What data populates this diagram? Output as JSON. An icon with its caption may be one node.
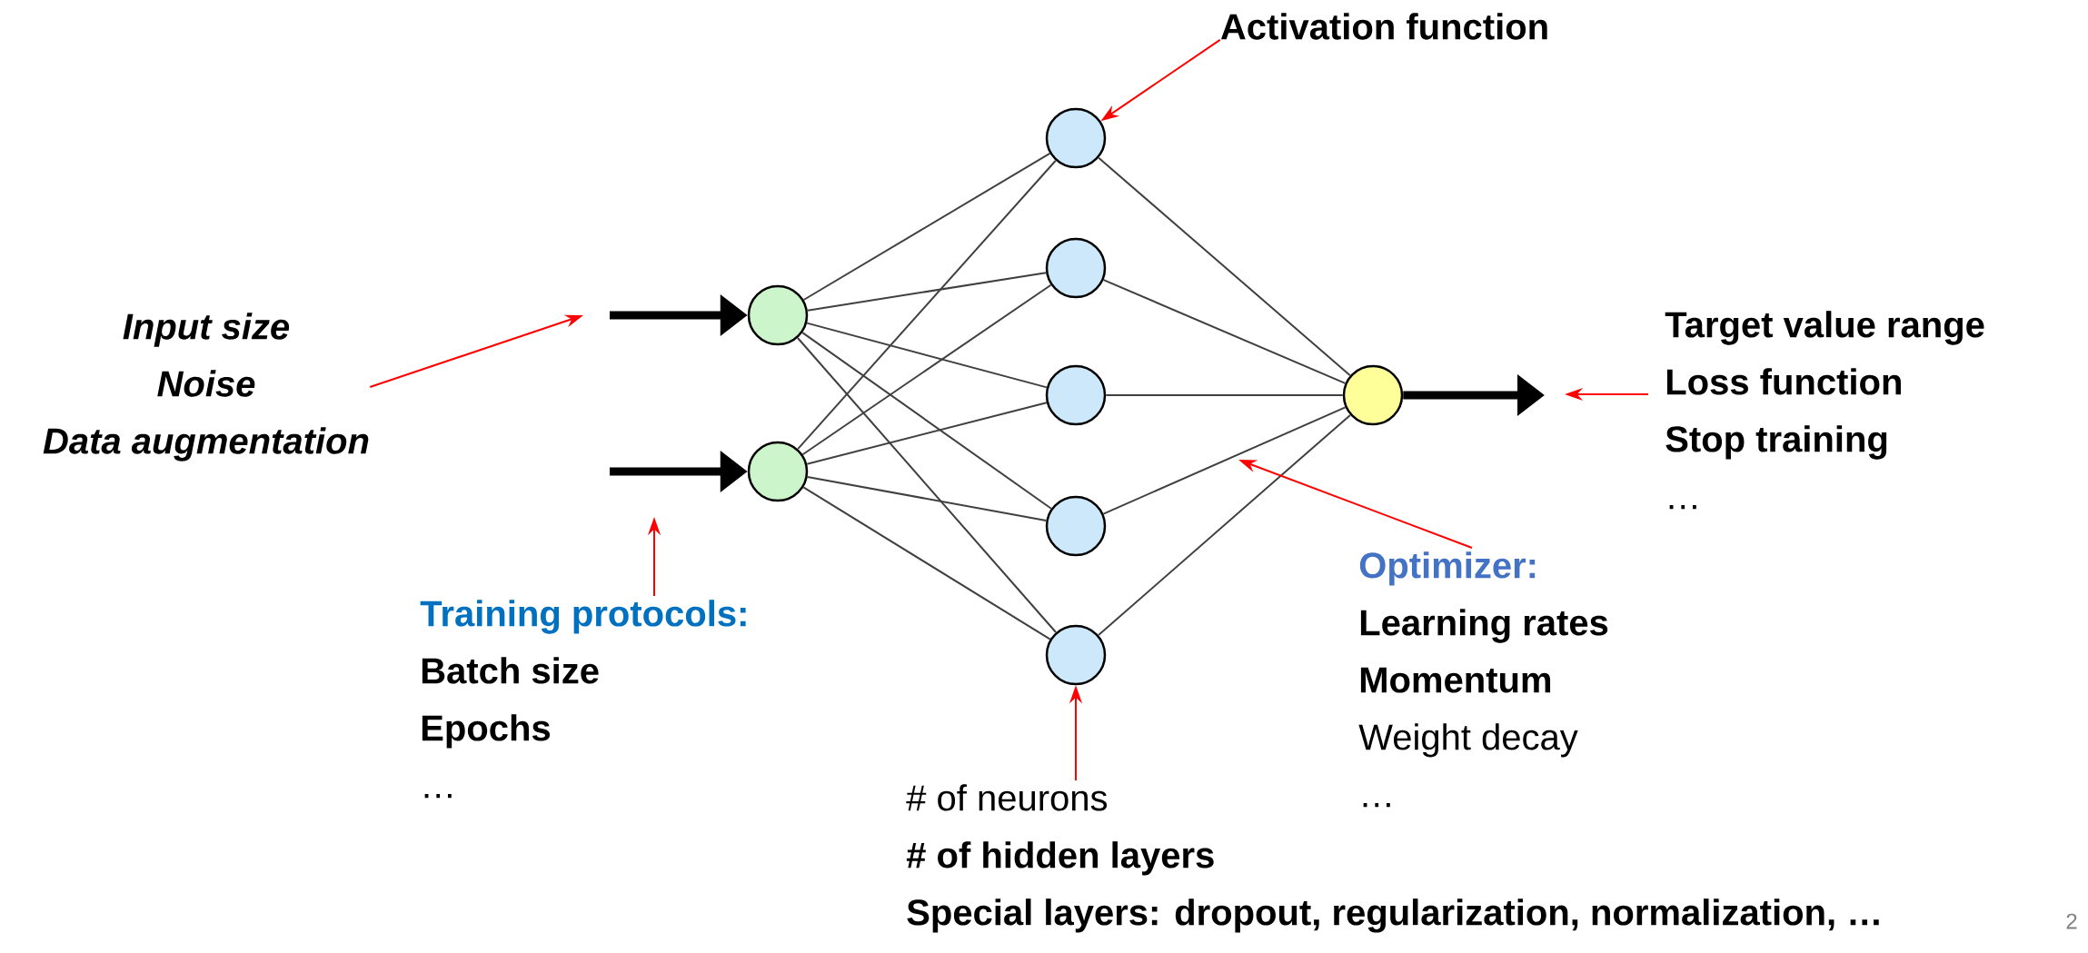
{
  "diagram": {
    "nodes": [
      {
        "text": [],
        "shape": "circle"
      },
      {
        "text": [],
        "shape": "circle"
      },
      {
        "text": [],
        "shape": "circle"
      },
      {
        "text": [],
        "shape": "circle"
      },
      {
        "text": [],
        "shape": "circle"
      },
      {
        "text": [],
        "shape": "circle"
      },
      {
        "text": [],
        "shape": "circle"
      },
      {
        "text": [],
        "shape": "circle"
      },
      {
        "text": [
          "Input size",
          "Noise",
          "Data augmentation"
        ]
      },
      {
        "text": [
          "Activation function"
        ]
      },
      {
        "text": [
          "Training protocols:",
          "Batch size",
          "Epochs",
          "…"
        ]
      },
      {
        "text": [
          "# of neurons",
          "# of hidden layers",
          "Special layers: dropout, regularization, normalization, …"
        ]
      },
      {
        "text": [
          "Optimizer:",
          "Learning rates",
          "Momentum",
          "Weight decay",
          "…"
        ]
      },
      {
        "text": [
          "Target value range",
          "Loss function",
          "Stop training",
          "…"
        ]
      }
    ],
    "edges": [
      {
        "from": 0,
        "to": 2,
        "arrow": "none"
      },
      {
        "from": 0,
        "to": 3,
        "arrow": "none"
      },
      {
        "from": 0,
        "to": 4,
        "arrow": "none"
      },
      {
        "from": 0,
        "to": 5,
        "arrow": "none"
      },
      {
        "from": 0,
        "to": 6,
        "arrow": "none"
      },
      {
        "from": 1,
        "to": 2,
        "arrow": "none"
      },
      {
        "from": 1,
        "to": 3,
        "arrow": "none"
      },
      {
        "from": 1,
        "to": 4,
        "arrow": "none"
      },
      {
        "from": 1,
        "to": 5,
        "arrow": "none"
      },
      {
        "from": 1,
        "to": 6,
        "arrow": "none"
      },
      {
        "from": 2,
        "to": 7,
        "arrow": "none"
      },
      {
        "from": 3,
        "to": 7,
        "arrow": "none"
      },
      {
        "from": 4,
        "to": 7,
        "arrow": "none"
      },
      {
        "from": 5,
        "to": 7,
        "arrow": "none"
      },
      {
        "from": 6,
        "to": 7,
        "arrow": "none"
      },
      {
        "from": null,
        "to": 0,
        "arrow": "to",
        "style": "thick",
        "color": "#000000"
      },
      {
        "from": null,
        "to": 1,
        "arrow": "to",
        "style": "thick",
        "color": "#000000"
      },
      {
        "from": 7,
        "to": null,
        "arrow": "to",
        "style": "thick",
        "color": "#000000"
      },
      {
        "from": 8,
        "to": null,
        "arrow": "to",
        "color": "#ff0000"
      },
      {
        "from": 9,
        "to": 2,
        "arrow": "to",
        "color": "#ff0000"
      },
      {
        "from": 10,
        "to": null,
        "arrow": "to",
        "color": "#ff0000"
      },
      {
        "from": 11,
        "to": 6,
        "arrow": "to",
        "color": "#ff0000"
      },
      {
        "from": 12,
        "to": null,
        "arrow": "to",
        "color": "#ff0000"
      },
      {
        "from": 13,
        "to": null,
        "arrow": "to",
        "color": "#ff0000"
      }
    ],
    "labels": [
      "2"
    ]
  }
}
